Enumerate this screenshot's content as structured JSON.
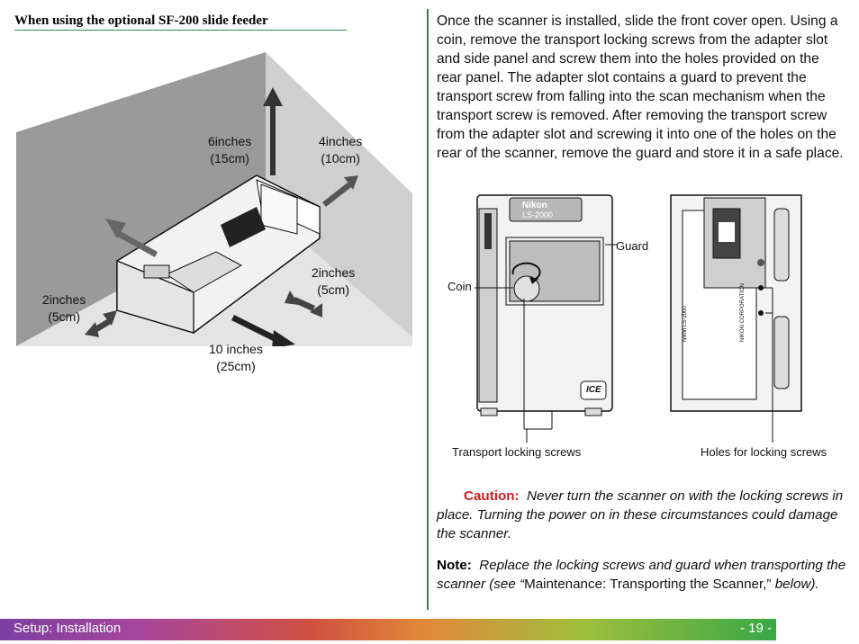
{
  "heading": "When using the optional SF-200 slide feeder",
  "body_text": "Once the scanner is installed, slide the front cover open.  Using a coin, remove the transport locking screws from the adapter slot and side panel and screw them into the holes provided on the rear panel.  The adapter slot contains a guard to prevent the transport screw from falling into the scan mechanism when the transport screw is removed.  After removing the transport screw from the adapter slot and screwing it into one of the holes on the rear of the scanner, remove the guard and store it in a safe place.",
  "room_diagram": {
    "dim_top_a_1": "6inches",
    "dim_top_a_2": "(15cm)",
    "dim_top_b_1": "4inches",
    "dim_top_b_2": "(10cm)",
    "dim_right_1": "2inches",
    "dim_right_2": "(5cm)",
    "dim_left_1": "2inches",
    "dim_left_2": "(5cm)",
    "dim_bottom_1": "10 inches",
    "dim_bottom_2": "(25cm)"
  },
  "scanner_diagram": {
    "brand": "Nikon",
    "model": "LS-2000",
    "label_guard": "Guard",
    "label_coin": "Coin",
    "label_transport": "Transport locking screws",
    "label_holes": "Holes for locking screws",
    "ice_badge": "ICE",
    "rear_label_1": "Nikon LS-2000",
    "rear_label_2": "NIKON CORPORATION"
  },
  "caution": {
    "label": "Caution:",
    "text": "Never turn the scanner on with the locking screws in place.  Turning the power on in these circumstances could damage the scanner."
  },
  "note": {
    "label": "Note:",
    "text_a": "Replace the locking screws and guard when transporting the scanner (see “",
    "text_b": "Maintenance:  Transporting the Scanner,”",
    "text_c": " below)."
  },
  "footer": {
    "section": "Setup:  Installation",
    "page": "- 19 -"
  }
}
